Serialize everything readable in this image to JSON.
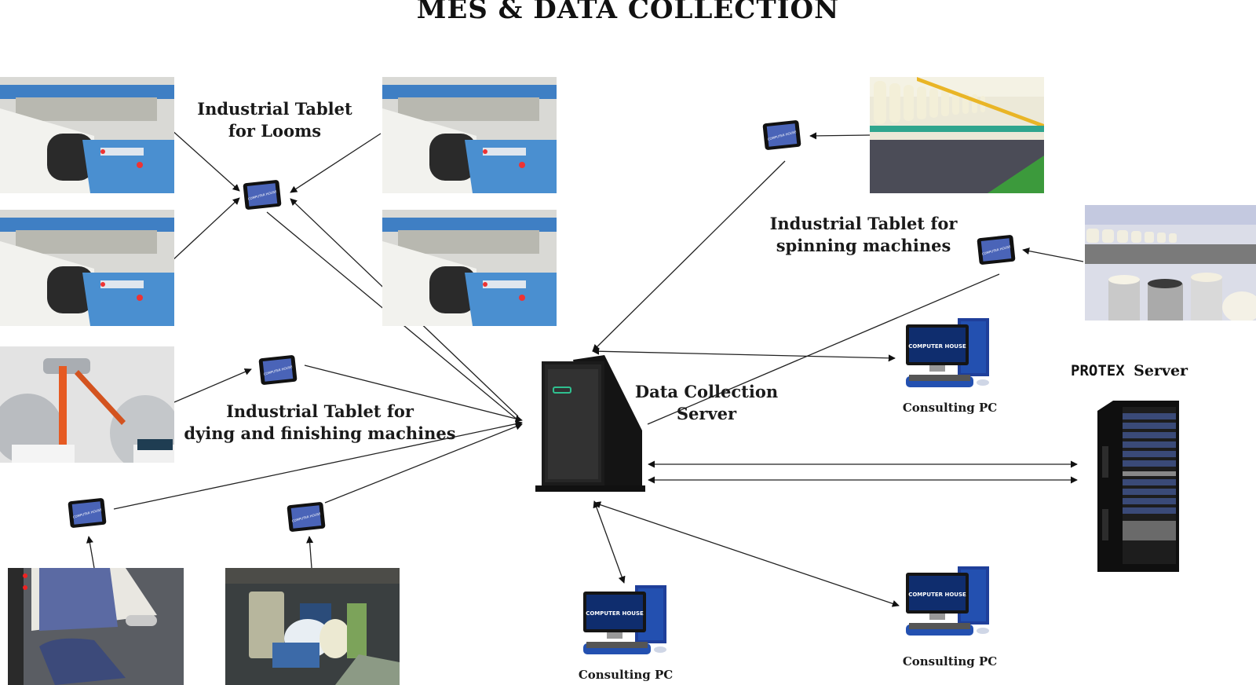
{
  "title": "MES & DATA COLLECTION",
  "labels": {
    "looms_tablet": [
      "Industrial Tablet",
      "for Looms"
    ],
    "spinning_tablet": [
      "Industrial Tablet for",
      "spinning machines"
    ],
    "dyeing_tablet": [
      "Industrial Tablet for",
      "dying and finishing machines"
    ],
    "data_server": [
      "Data Collection",
      "Server"
    ],
    "protex_brand": "PROTEX",
    "protex_suffix": "Server",
    "consulting_pc": "Consulting PC"
  },
  "screen_brand": "COMPUTER HOUSE",
  "colors": {
    "loom_blue": "#3f7fc4",
    "tablet_screen": "#4a64b8",
    "server_accent": "#2fbf8f",
    "pc_blue": "#2350b0",
    "line": "#222222"
  }
}
